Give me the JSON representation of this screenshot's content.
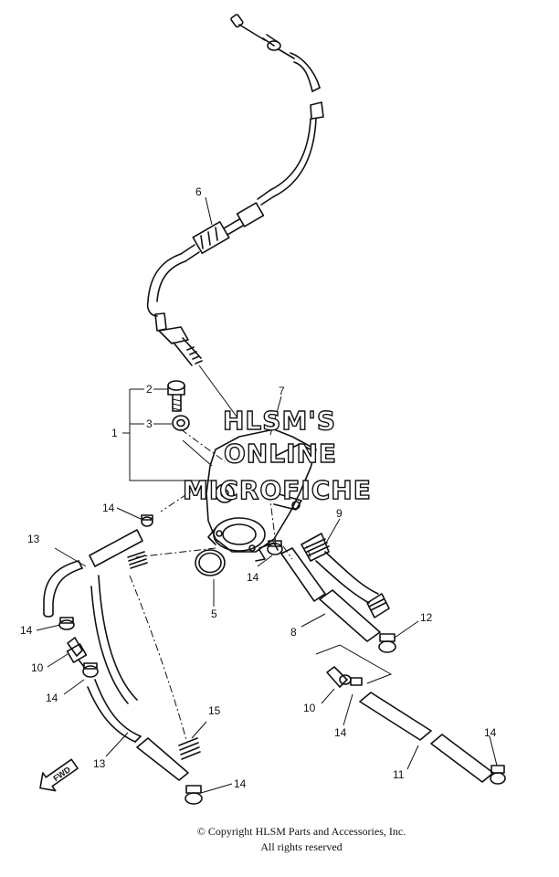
{
  "callouts": {
    "c1": "1",
    "c2": "2",
    "c3": "3",
    "c5": "5",
    "c6": "6",
    "c7": "7",
    "c8": "8",
    "c9": "9",
    "c10a": "10",
    "c10b": "10",
    "c11": "11",
    "c12": "12",
    "c13a": "13",
    "c13b": "13",
    "c14a": "14",
    "c14b": "14",
    "c14c": "14",
    "c14d": "14",
    "c14e": "14",
    "c14f": "14",
    "c14g": "14",
    "c15": "15"
  },
  "watermark": {
    "line1": "HLSM'S",
    "line2": "ONLINE",
    "line3": "MICROFICHE"
  },
  "fwd_label": "FWD",
  "footer": {
    "copyright": "© Copyright HLSM Parts and Accessories, Inc.",
    "rights": "All rights reserved"
  }
}
